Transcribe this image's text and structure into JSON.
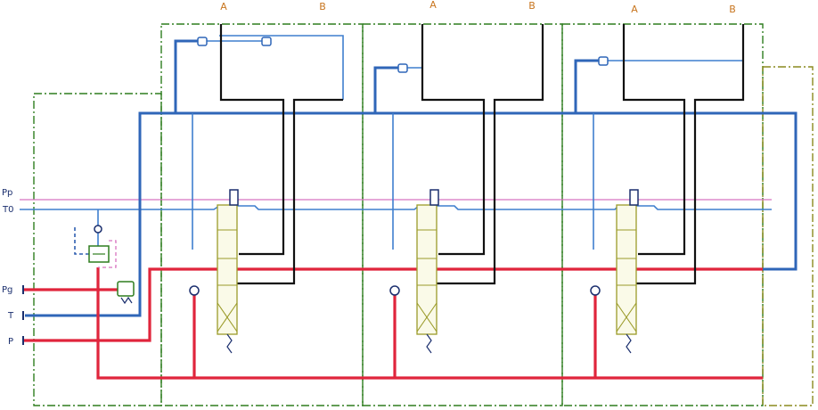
{
  "sections": [
    {
      "port_a": "A",
      "port_b": "B"
    },
    {
      "port_a": "A",
      "port_b": "B"
    },
    {
      "port_a": "A",
      "port_b": "B"
    }
  ],
  "inlet_ports": {
    "pp": "Pp",
    "t0": "T0",
    "pg": "Pg",
    "t": "T",
    "p": "P"
  },
  "line_colors": {
    "pressure": "#e0253c",
    "tank": "#2f66b8",
    "work_ports": "#111111",
    "pilot": "#d873c0",
    "section_boundary": "#2e7d1e",
    "end_boundary": "#8a8a1e",
    "spool": "#9b9b2a"
  },
  "icons": [
    "check-valve-icon",
    "relief-valve-icon",
    "reducing-valve-icon",
    "directional-spool-icon",
    "shuttle-valve-icon",
    "spring-icon"
  ]
}
